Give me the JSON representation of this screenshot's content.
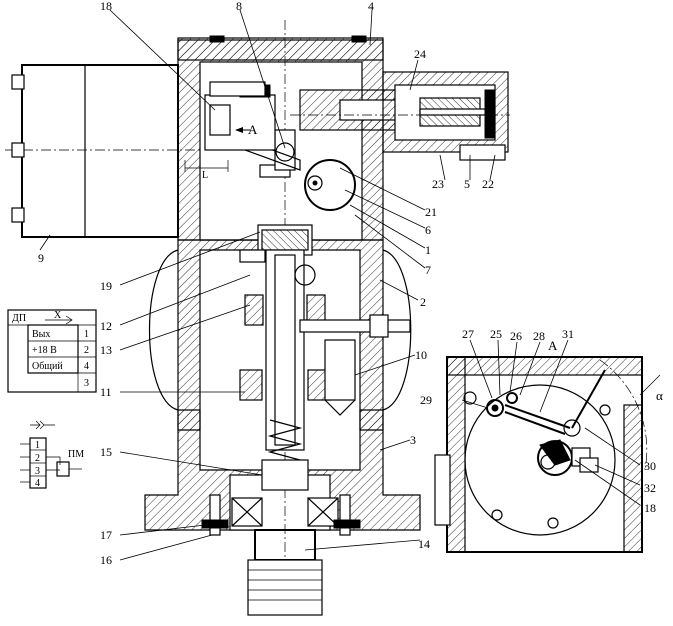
{
  "callouts": {
    "c1": "1",
    "c2": "2",
    "c3": "3",
    "c4": "4",
    "c5": "5",
    "c6": "6",
    "c7": "7",
    "c8": "8",
    "c9": "9",
    "c10": "10",
    "c11": "11",
    "c12": "12",
    "c13": "13",
    "c14": "14",
    "c15": "15",
    "c16": "16",
    "c17": "17",
    "c18": "18",
    "c19": "19",
    "c21": "21",
    "c22": "22",
    "c23": "23",
    "c24": "24",
    "c25": "25",
    "c26": "26",
    "c27": "27",
    "c28": "28",
    "c29": "29",
    "c30": "30",
    "c31": "31",
    "c32": "32",
    "c18b": "18"
  },
  "view_markers": {
    "arrow_label": "A",
    "section_label": "A",
    "angle_label": "α",
    "dim_label": "L"
  },
  "connector_table": {
    "title": "ДП",
    "symbol": "X",
    "rows": [
      {
        "label": "Вых",
        "pin": "1"
      },
      {
        "label": "+18 В",
        "pin": "2"
      },
      {
        "label": "Общий",
        "pin": "4"
      },
      {
        "label": "",
        "pin": "3"
      }
    ]
  },
  "switch_diagram": {
    "pins": [
      "1",
      "2",
      "3",
      "4"
    ],
    "label": "ПМ"
  }
}
